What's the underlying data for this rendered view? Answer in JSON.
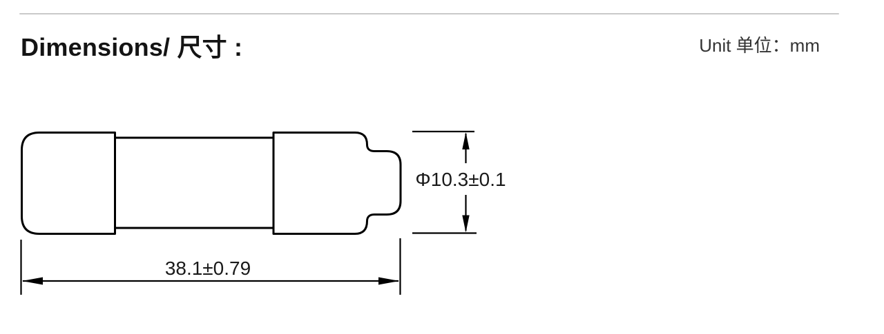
{
  "header": {
    "title": "Dimensions/ 尺寸 :",
    "unit_label": "Unit 单位：mm"
  },
  "drawing": {
    "type": "technical-dimension-drawing",
    "length_label": "38.1±0.79",
    "diameter_label": "Φ10.3±0.1",
    "dimensions": {
      "length_mm": 38.1,
      "length_tolerance_mm": 0.79,
      "diameter_mm": 10.3,
      "diameter_tolerance_mm": 0.1
    }
  },
  "colors": {
    "ink": "#000000",
    "divider": "#c9c9c9",
    "background": "#ffffff"
  }
}
